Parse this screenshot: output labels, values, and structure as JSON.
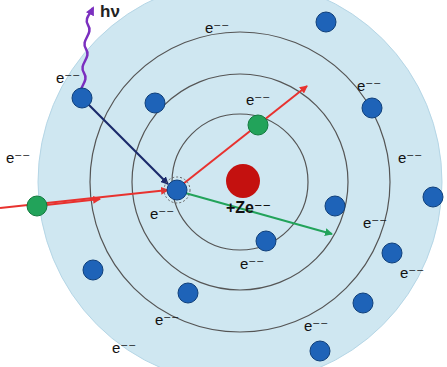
{
  "diagram": {
    "labels": [
      "hν",
      "e⁻⁻",
      "e⁻⁻",
      "e⁻⁻",
      "e⁻⁻",
      "e⁻⁻",
      "e⁻⁻",
      "+Ze⁻⁻",
      "e⁻⁻",
      "e⁻⁻",
      "e⁻⁻",
      "e⁻⁻",
      "e⁻⁻",
      "e⁻⁻",
      "e⁻⁻"
    ]
  }
}
